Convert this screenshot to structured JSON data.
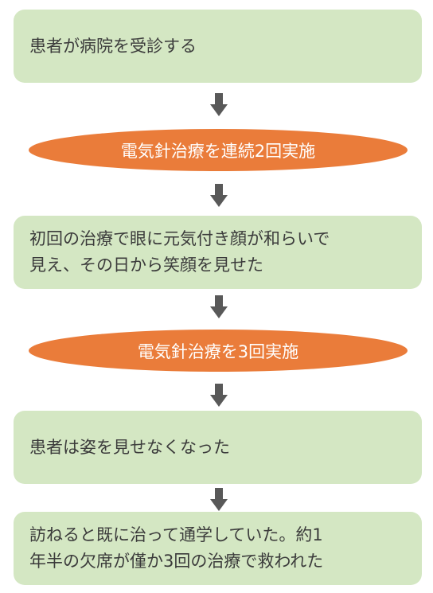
{
  "flow": {
    "step1": "患者が病院を受診する",
    "action1": "電気針治療を連続2回実施",
    "step2_line1": "初回の治療で眼に元気付き顔が和らいで",
    "step2_line2": "見え、その日から笑顔を見せた",
    "action2": "電気針治療を3回実施",
    "step3": "患者は姿を見せなくなった",
    "step4_line1": "訪ねると既に治って通学していた。約1",
    "step4_line2": "年半の欠席が僅か3回の治療で救われた"
  },
  "colors": {
    "box_fill": "#d4e7c3",
    "oval_fill": "#ea7c3a",
    "arrow": "#595959",
    "text": "#3b3b3b"
  },
  "icons": {
    "connector": "arrow-down-icon"
  }
}
